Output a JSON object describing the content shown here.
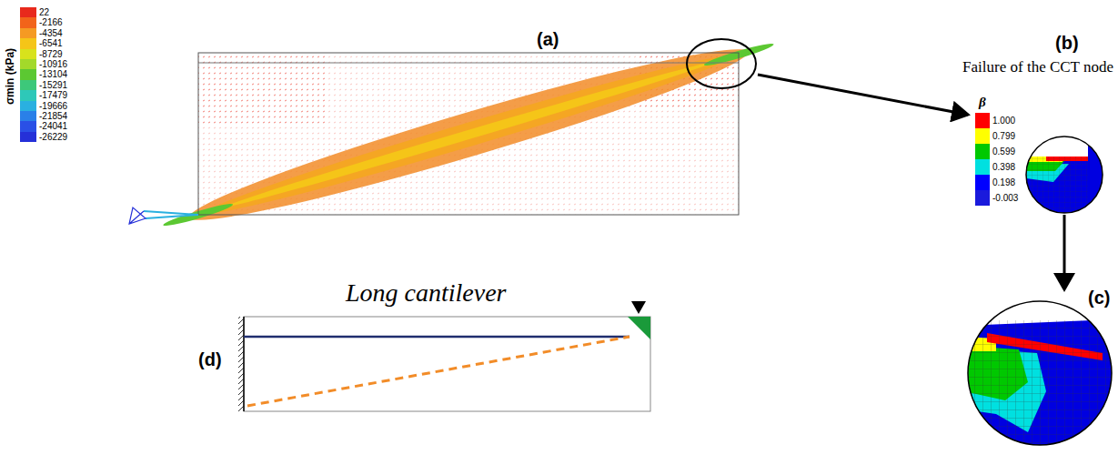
{
  "diagram": {
    "labels": [
      "(a)",
      "(b)",
      "Failure of the CCT node",
      "σmin (kPa)",
      "β",
      "(c)",
      "Long cantilever",
      "(d)"
    ],
    "legend": [
      {
        "text": "22",
        "color": "#e8291c"
      },
      {
        "text": "-2166",
        "color": "#f2641a"
      },
      {
        "text": "-4354",
        "color": "#f59a23"
      },
      {
        "text": "-6541",
        "color": "#f5c518"
      },
      {
        "text": "-8729",
        "color": "#d8e21c"
      },
      {
        "text": "-10916",
        "color": "#a3d92a"
      },
      {
        "text": "-13104",
        "color": "#5cc832"
      },
      {
        "text": "-15291",
        "color": "#3dc87a"
      },
      {
        "text": "-17479",
        "color": "#2ec8b8"
      },
      {
        "text": "-19666",
        "color": "#2ab0e0"
      },
      {
        "text": "-21854",
        "color": "#2a80e8"
      },
      {
        "text": "-24041",
        "color": "#2a50e6"
      },
      {
        "text": "-26229",
        "color": "#2530d8"
      },
      {
        "text": "1.000",
        "color": "#ff0000"
      },
      {
        "text": "0.799",
        "color": "#ffff00"
      },
      {
        "text": "0.599",
        "color": "#00c800"
      },
      {
        "text": "0.398",
        "color": "#00e0e0"
      },
      {
        "text": "0.198",
        "color": "#0000ff"
      },
      {
        "text": "-0.003",
        "color": "#1a1adc"
      }
    ]
  }
}
